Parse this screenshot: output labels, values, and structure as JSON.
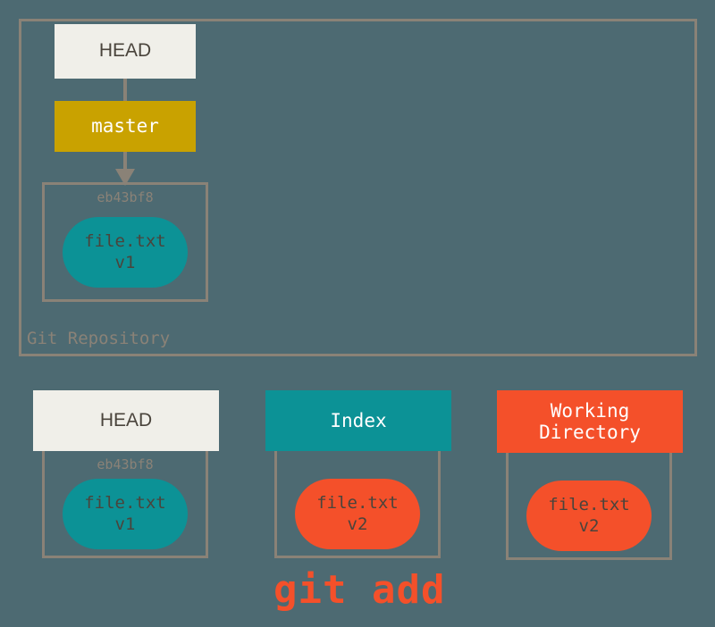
{
  "diagram": {
    "title": "git add",
    "background_color": "#4d6a72",
    "border_color": "#8a8277"
  },
  "repository": {
    "label": "Git Repository",
    "head": {
      "label": "HEAD",
      "bg": "#f0efe9",
      "fg": "#4a443c"
    },
    "branch": {
      "label": "master",
      "bg": "#c9a200",
      "fg": "#ffffff"
    },
    "commit": {
      "id": "eb43bf8",
      "blob": {
        "filename": "file.txt",
        "version": "v1",
        "bg": "#0c9296"
      }
    }
  },
  "areas": [
    {
      "header_label": "HEAD",
      "header_bg": "#f0efe9",
      "header_fg": "#4a443c",
      "commit_id": "eb43bf8",
      "blob": {
        "filename": "file.txt",
        "version": "v1",
        "bg": "#0c9296"
      }
    },
    {
      "header_label": "Index",
      "header_bg": "#0c9296",
      "header_fg": "#ffffff",
      "commit_id": "",
      "blob": {
        "filename": "file.txt",
        "version": "v2",
        "bg": "#f4502a"
      }
    },
    {
      "header_label": "Working\nDirectory",
      "header_line1": "Working",
      "header_line2": "Directory",
      "header_bg": "#f4502a",
      "header_fg": "#ffffff",
      "commit_id": "",
      "blob": {
        "filename": "file.txt",
        "version": "v2",
        "bg": "#f4502a"
      }
    }
  ],
  "caption": {
    "text": "git add",
    "color": "#f4502a"
  }
}
